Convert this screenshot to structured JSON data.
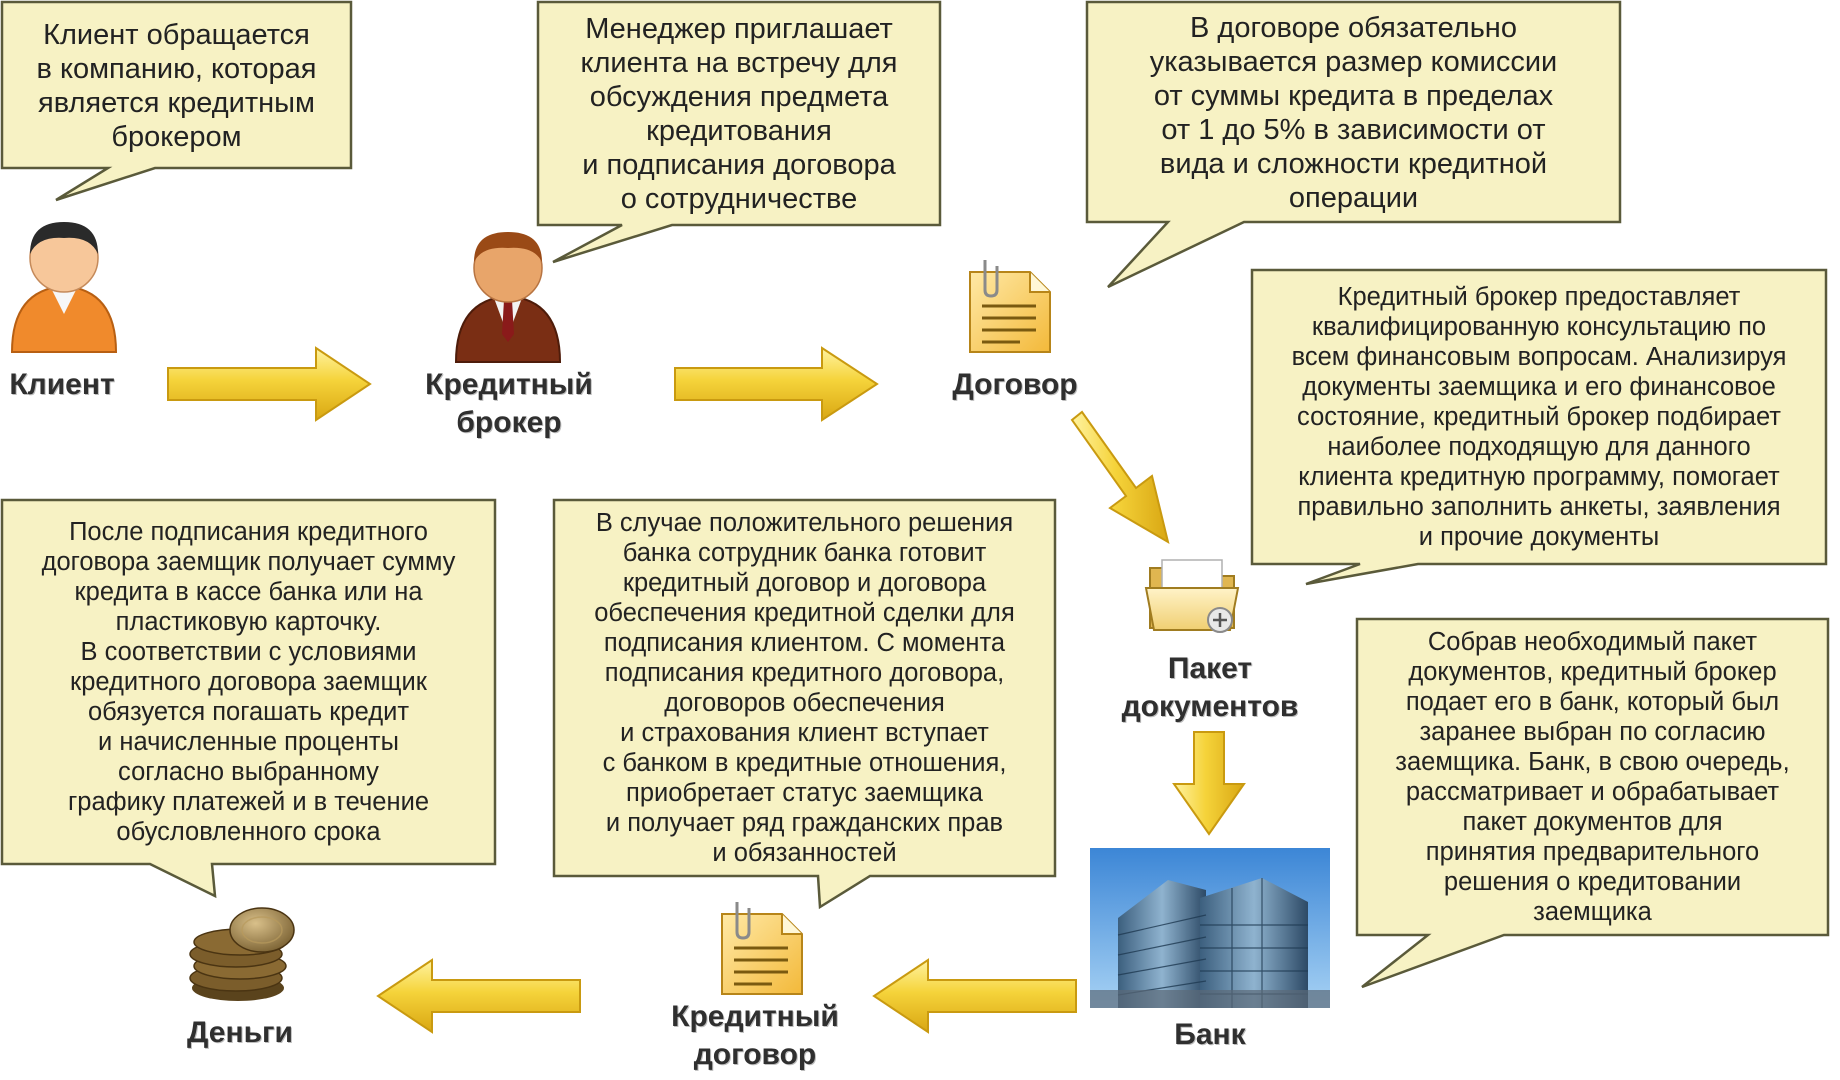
{
  "callouts": {
    "client": "Клиент обращается\nв компанию, которая\nявляется кредитным\nброкером",
    "manager": "Менеджер приглашает\nклиента на встречу для\nобсуждения предмета\nкредитования\nи подписания договора\nо сотрудничестве",
    "commission": "В договоре обязательно\nуказывается размер комиссии\nот суммы кредита в пределах\nот 1 до 5% в зависимости от\nвида и сложности кредитной\nоперации",
    "consult": "Кредитный брокер предоставляет\nквалифицированную консультацию по\nвсем финансовым вопросам. Анализируя\nдокументы заемщика и его финансовое\nсостояние, кредитный брокер подбирает\nнаиболее подходящую для данного\nклиента кредитную программу, помогает\nправильно заполнить анкеты, заявления\nи прочие документы",
    "package": "Собрав необходимый пакет\nдокументов, кредитный брокер\nподает его в банк, который был\nзаранее выбран по согласию\nзаемщика. Банк, в свою очередь,\nрассматривает и обрабатывает\nпакет документов для\nпринятия предварительного\nрешения о кредитовании\nзаемщика",
    "decision": "В случае положительного решения\nбанка сотрудник банка готовит\nкредитный договор и договора\nобеспечения кредитной сделки для\nподписания клиентом. С момента\nподписания кредитного договора,\nдоговоров обеспечения\nи страхования клиент вступает\nс банком в кредитные отношения,\nприобретает статус заемщика\nи получает ряд гражданских прав\nи обязанностей",
    "payout": "После подписания кредитного\nдоговора заемщик получает сумму\nкредита в кассе банка или на\nпластиковую карточку.\nВ соответствии с условиями\nкредитного договора заемщик\nобязуется погашать кредит\nи начисленные проценты\nсогласно выбранному\nграфику платежей и в течение\nобусловленного срока"
  },
  "labels": {
    "client": "Клиент",
    "broker": "Кредитный\nброкер",
    "contract": "Договор",
    "package": "Пакет\nдокументов",
    "bank": "Банк",
    "credit_contract": "Кредитный\nдоговор",
    "money": "Деньги"
  },
  "colors": {
    "callout_fill": "#f7f2c4",
    "callout_stroke": "#5a5a3a",
    "arrow_fill": "#f2cd2e",
    "arrow_stroke": "#c99a10"
  },
  "icons": [
    "client-person-icon",
    "broker-person-icon",
    "contract-document-icon",
    "document-folder-icon",
    "bank-building-icon",
    "credit-contract-document-icon",
    "coins-stack-icon"
  ]
}
